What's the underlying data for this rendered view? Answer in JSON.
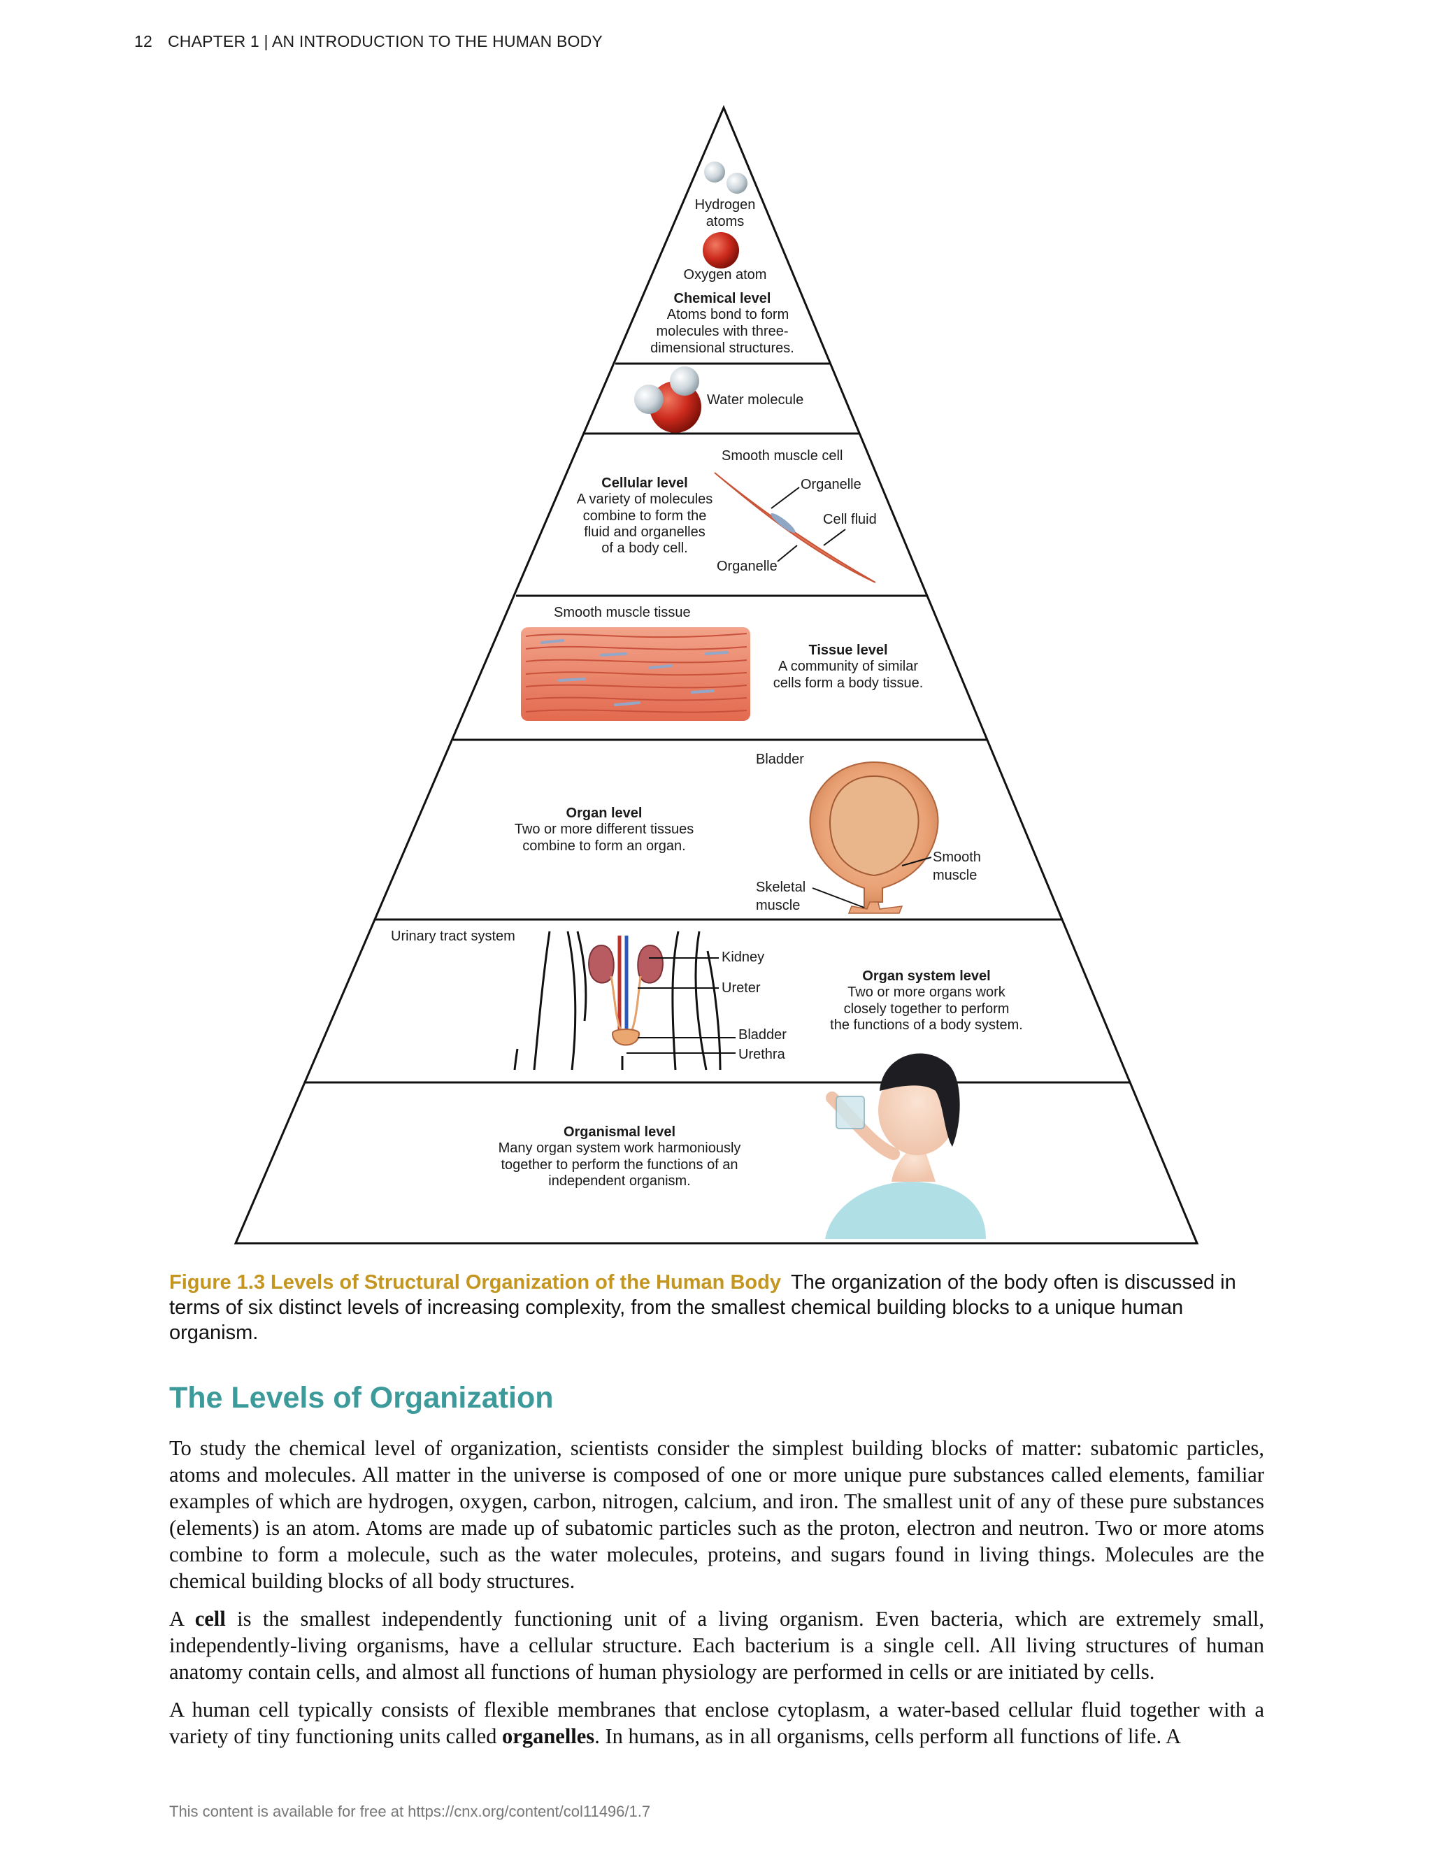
{
  "header": {
    "page_number": "12",
    "running_title": "CHAPTER 1 | AN INTRODUCTION TO THE HUMAN BODY"
  },
  "figure": {
    "chemical": {
      "hydrogen_label_1": "Hydrogen",
      "hydrogen_label_2": "atoms",
      "oxygen_label": "Oxygen atom",
      "title": "Chemical level",
      "desc_1": "Atoms bond to form",
      "desc_2": "molecules with three-",
      "desc_3": "dimensional structures."
    },
    "water_label": "Water molecule",
    "cellular": {
      "title": "Cellular level",
      "desc_1": "A variety of molecules",
      "desc_2": "combine to form the",
      "desc_3": "fluid and organelles",
      "desc_4": "of a body cell.",
      "cell_label": "Smooth muscle cell",
      "organelle_top": "Organelle",
      "cell_fluid": "Cell fluid",
      "organelle_bottom": "Organelle"
    },
    "tissue": {
      "image_label": "Smooth muscle tissue",
      "title": "Tissue level",
      "desc_1": "A community of similar",
      "desc_2": "cells form a body tissue."
    },
    "organ": {
      "title": "Organ level",
      "desc_1": "Two or more different tissues",
      "desc_2": "combine to form an organ.",
      "bladder": "Bladder",
      "smooth_1": "Smooth",
      "smooth_2": "muscle",
      "skeletal_1": "Skeletal",
      "skeletal_2": "muscle"
    },
    "organ_system": {
      "system_label": "Urinary tract system",
      "kidney": "Kidney",
      "ureter": "Ureter",
      "bladder": "Bladder",
      "urethra": "Urethra",
      "title": "Organ system level",
      "desc_1": "Two or more organs work",
      "desc_2": "closely together to perform",
      "desc_3": "the functions of a body system."
    },
    "organismal": {
      "title": "Organismal level",
      "desc_1": "Many organ system work harmoniously",
      "desc_2": "together to perform the functions of an",
      "desc_3": "independent organism."
    }
  },
  "caption": {
    "title": "Figure 1.3 Levels of Structural Organization of the Human Body",
    "text": "The organization of the body often is discussed in terms of six distinct levels of increasing complexity, from the smallest chemical building blocks to a unique human organism."
  },
  "section": {
    "heading": "The Levels of Organization"
  },
  "body": {
    "p1": "To study the chemical level of organization, scientists consider the simplest building blocks of matter: subatomic particles, atoms and molecules. All matter in the universe is composed of one or more unique pure substances called elements, familiar examples of which are hydrogen, oxygen, carbon, nitrogen, calcium, and iron. The smallest unit of any of these pure substances (elements) is an atom. Atoms are made up of subatomic particles such as the proton, electron and neutron. Two or more atoms combine to form a molecule, such as the water molecules, proteins, and sugars found in living things. Molecules are the chemical building blocks of all body structures.",
    "p2_a": "A",
    "p2_term": "cell",
    "p2_b": "is the smallest independently functioning unit of a living organism. Even bacteria, which are extremely small, independently-living organisms, have a cellular structure. Each bacterium is a single cell. All living structures of human anatomy contain cells, and almost all functions of human physiology are performed in cells or are initiated by cells.",
    "p3_a": "A human cell typically consists of flexible membranes that enclose cytoplasm, a water-based cellular fluid together with a variety of tiny functioning units called",
    "p3_term": "organelles",
    "p3_b": ". In humans, as in all organisms, cells perform all functions of life. A"
  },
  "footer": {
    "text": "This content is available for free at https://cnx.org/content/col11496/1.7"
  }
}
